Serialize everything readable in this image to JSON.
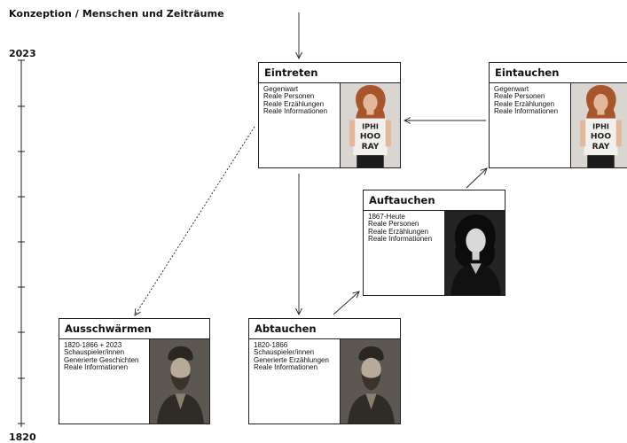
{
  "page": {
    "title": "Konzeption / Menschen und Zeiträume"
  },
  "timeline": {
    "top_label": "2023",
    "bottom_label": "1820"
  },
  "cards": {
    "eintreten": {
      "title": "Eintreten",
      "lines": [
        "Gegenwart",
        "Reale Personen",
        "Reale Erzählungen",
        "Reale Informationen"
      ],
      "photo_icon": "woman-hip-hooray-shirt-photo"
    },
    "eintauchen": {
      "title": "Eintauchen",
      "lines": [
        "Gegenwart",
        "Reale Personen",
        "Reale Erzählungen",
        "Reale Informationen"
      ],
      "photo_icon": "woman-hip-hooray-shirt-photo"
    },
    "auftauchen": {
      "title": "Auftauchen",
      "lines": [
        "1867-Heute",
        "Reale Personen",
        "Reale Erzählungen",
        "Reale Informationen"
      ],
      "photo_icon": "vintage-actress-portrait-photo"
    },
    "ausschwaermen": {
      "title": "Ausschwärmen",
      "lines": [
        "1820-1866 + 2023",
        "Schauspieler/innen",
        "Generierte Geschichten",
        "Reale Informationen"
      ],
      "photo_icon": "bearded-man-portrait-photo"
    },
    "abtauchen": {
      "title": "Abtauchen",
      "lines": [
        "1820-1866",
        "Schauspieler/innen",
        "Generierte Erzählungen",
        "Reale Informationen"
      ],
      "photo_icon": "bearded-man-portrait-photo"
    }
  },
  "colors": {
    "line": "#222222",
    "border": "#222222"
  }
}
